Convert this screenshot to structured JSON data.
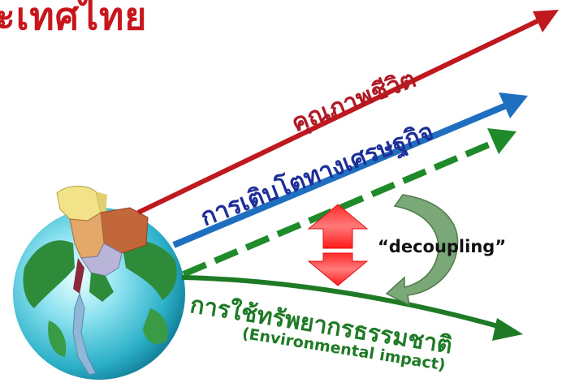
{
  "title": "ะเทศไทย",
  "labels": {
    "quality_of_life": "คุณภาพชีวิต",
    "economic_growth": "การเติบโตทางเศรษฐกิจ",
    "resource_use": "การใช้ทรัพยากรธรรมชาติ",
    "environmental_impact": "(Environmental impact)",
    "decoupling": "“decoupling”"
  },
  "colors": {
    "title": "#c8161d",
    "quality_arrow": "#c0181f",
    "growth_arrow": "#1f6fc0",
    "dashed_arrow": "#1f8a2a",
    "resource_arrow": "#1f7a26",
    "decoupling_arrow": "#ff1a1a",
    "curved_arrow": "#6f9a6a"
  },
  "icons": {
    "globe": "globe-thailand-icon",
    "double_arrow": "vertical-double-arrow-icon",
    "curved_arrow": "curved-return-arrow-icon"
  }
}
